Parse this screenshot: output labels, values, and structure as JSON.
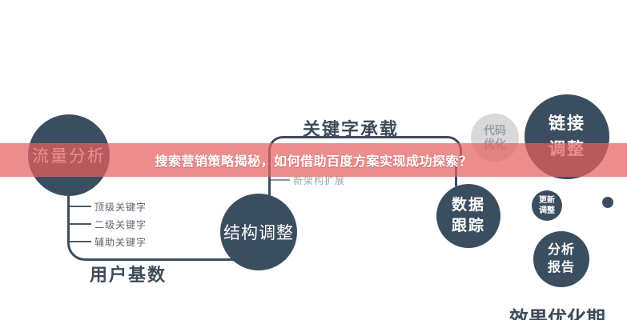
{
  "banner": {
    "text": "搜索营销策略揭秘，如何借助百度方案实现成功探索？",
    "bg_rgba": "rgba(229,97,97,0.72)"
  },
  "colors": {
    "dark_node": "#3b4e5f",
    "light_node": "#d8d9da",
    "dark_text": "#3d4b59",
    "gray_text": "#a3a7ab"
  },
  "nodes": {
    "traffic": {
      "label": "流量分析"
    },
    "structure": {
      "label": "结构调整"
    },
    "code_opt": {
      "line1": "代码",
      "line2": "优化"
    },
    "link_adjust": {
      "line1": "链接",
      "line2": "调整"
    },
    "data_track": {
      "line1": "数据",
      "line2": "跟踪"
    },
    "update_adjust": {
      "line1": "更新",
      "line2": "调整"
    },
    "analysis_report": {
      "line1": "分析",
      "line2": "报告"
    }
  },
  "titles": {
    "keyword_load": "关键字承载",
    "new_arch": "新架构扩展",
    "user_base": "用户基数",
    "effect_phase": "效果优化期"
  },
  "keywords": {
    "items": [
      "顶级关键字",
      "二级关键字",
      "辅助关键字"
    ]
  }
}
